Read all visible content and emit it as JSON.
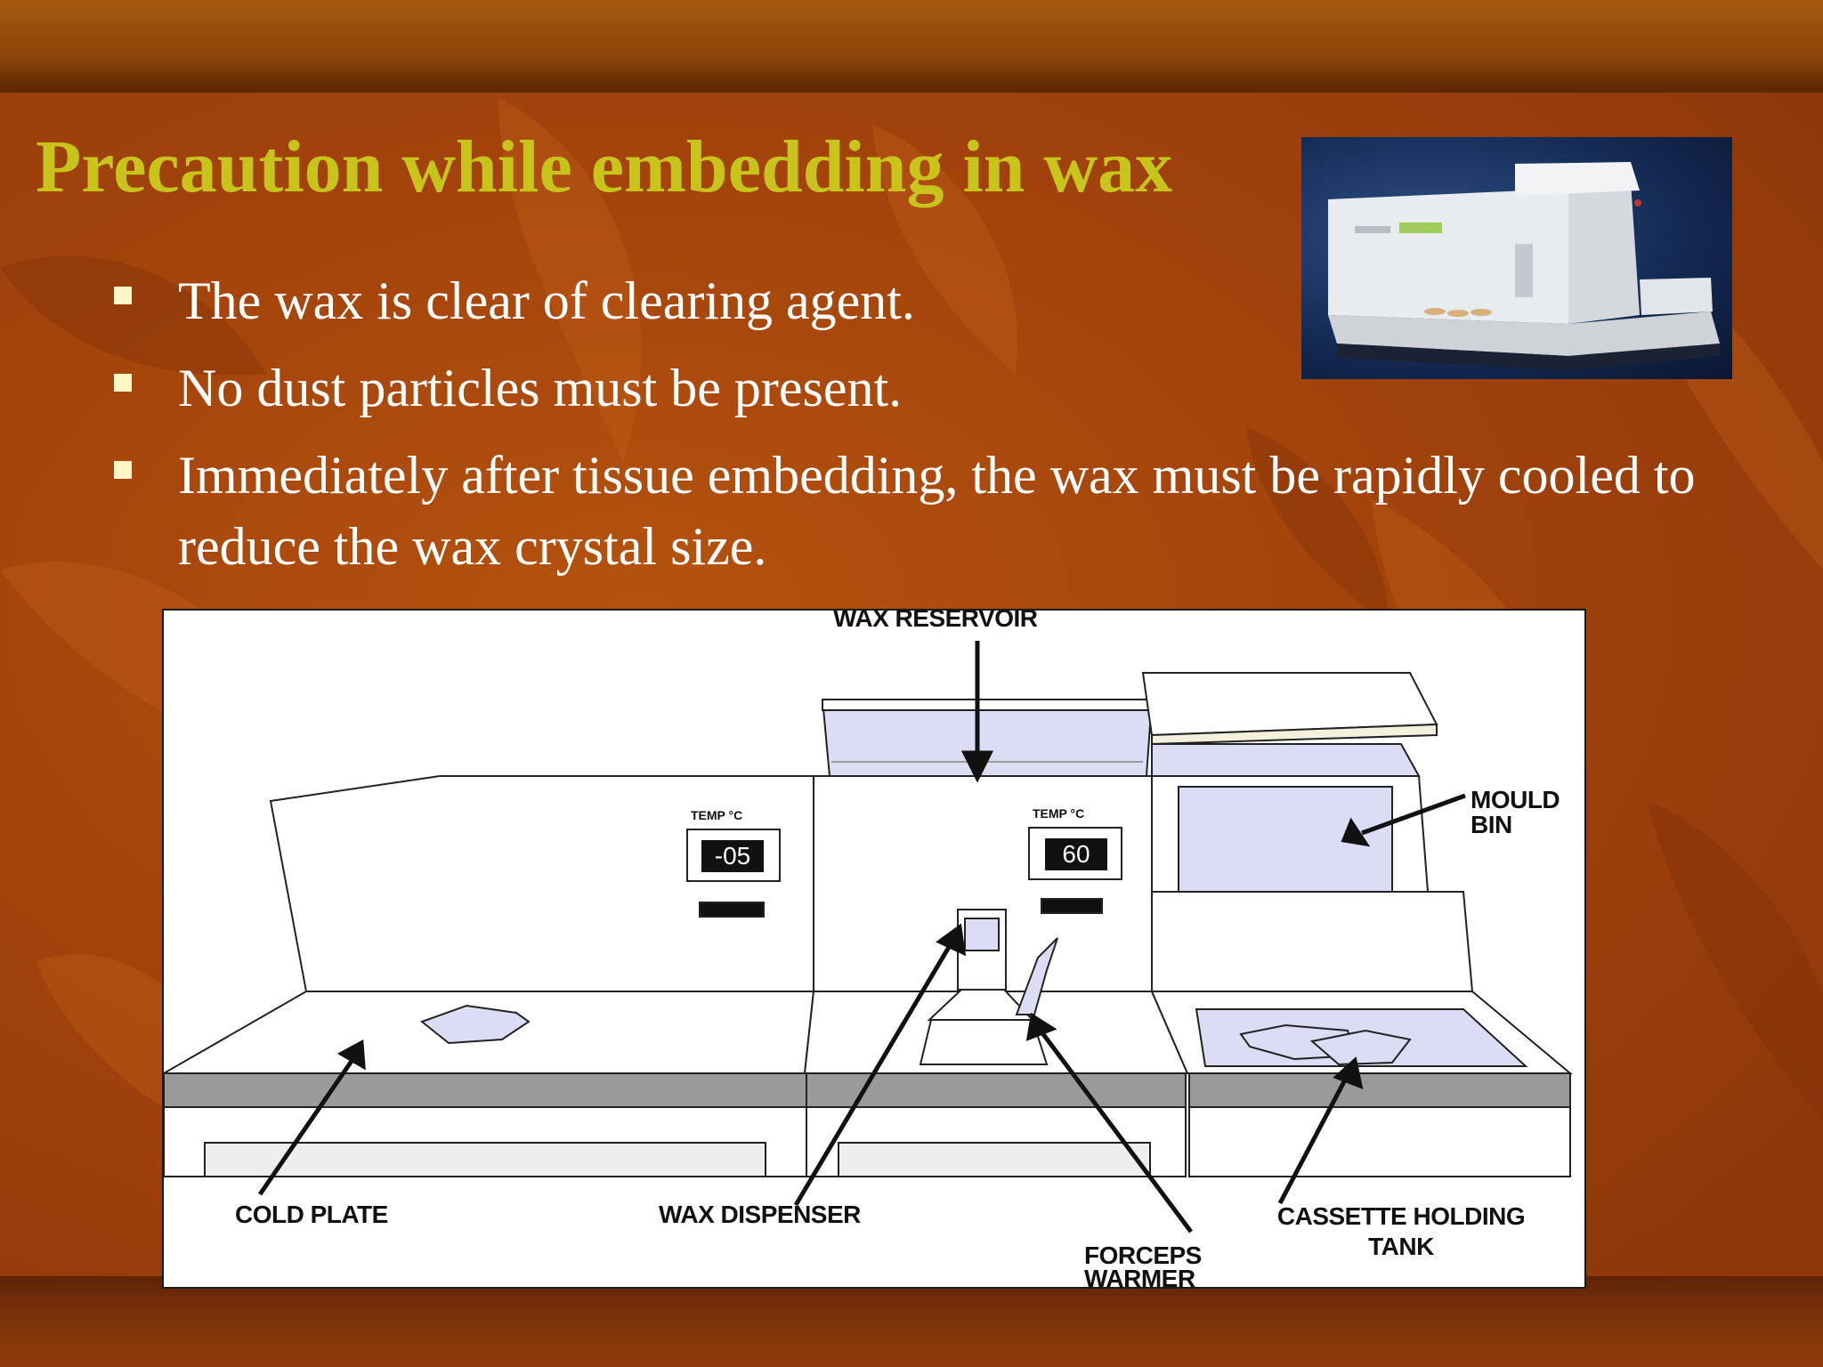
{
  "slide": {
    "title": "Precaution while embedding in wax",
    "bullets": [
      "The wax is clear of clearing agent.",
      "No dust particles must be present.",
      "Immediately after tissue embedding, the wax must be rapidly cooled to reduce the wax crystal size."
    ]
  },
  "diagram": {
    "labels": {
      "wax_reservoir": "WAX RESERVOIR",
      "mould_bin_line1": "MOULD",
      "mould_bin_line2": "BIN",
      "cold_plate": "COLD PLATE",
      "wax_dispenser": "WAX DISPENSER",
      "forceps_warmer_line1": "FORCEPS",
      "forceps_warmer_line2": "WARMER",
      "cassette_tank_line1": "CASSETTE HOLDING",
      "cassette_tank_line2": "TANK"
    },
    "panels": [
      {
        "temp_caption": "TEMP °C",
        "temp_value": "-05"
      },
      {
        "temp_caption": "TEMP °C",
        "temp_value": "60"
      }
    ]
  },
  "colors": {
    "title": "#c9c41c",
    "background": "#a2430c",
    "bullet_marker": "#fff7c8",
    "diagram_tint": "#dcdcf4"
  }
}
